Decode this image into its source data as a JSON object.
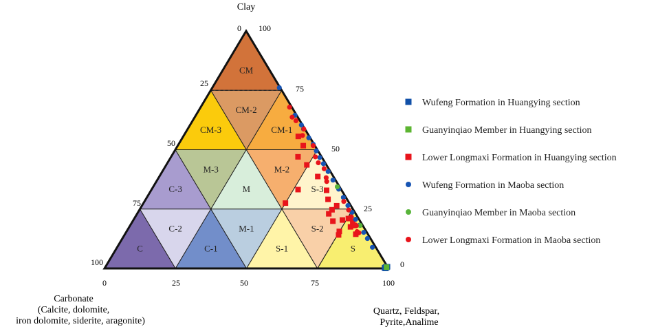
{
  "chart_data": {
    "type": "scatter",
    "subtype": "ternary",
    "axes": {
      "top": {
        "label": "Clay",
        "ticks": [
          "0",
          "100"
        ]
      },
      "left": {
        "label_lines": [
          "Carbonate",
          "(Calcite, dolomite,",
          "iron dolomite, siderite, aragonite)"
        ]
      },
      "right": {
        "label_lines": [
          "Quartz, Feldspar,",
          "Pyrite,Analime"
        ]
      }
    },
    "tick_labels": {
      "left_edge": [
        "25",
        "50",
        "75",
        "100"
      ],
      "right_edge": [
        "75",
        "50",
        "25",
        "0"
      ],
      "bottom_edge": [
        "0",
        "25",
        "50",
        "75",
        "100"
      ]
    },
    "regions": [
      {
        "label": "CM",
        "color": "#D2733A"
      },
      {
        "label": "CM-2",
        "color": "#DB9A63"
      },
      {
        "label": "CM-3",
        "color": "#FBCB0C"
      },
      {
        "label": "CM-1",
        "color": "#F7AC40"
      },
      {
        "label": "C-3",
        "color": "#A89CCF"
      },
      {
        "label": "M-3",
        "color": "#B9C696"
      },
      {
        "label": "M",
        "color": "#D8EEDB"
      },
      {
        "label": "M-2",
        "color": "#F6AF6E"
      },
      {
        "label": "S-3",
        "color": "#FFF4CC"
      },
      {
        "label": "C",
        "color": "#7C6AAC"
      },
      {
        "label": "C-2",
        "color": "#D8D6EC"
      },
      {
        "label": "C-1",
        "color": "#728ECA"
      },
      {
        "label": "M-1",
        "color": "#BACEE0"
      },
      {
        "label": "S-1",
        "color": "#FFF4A8"
      },
      {
        "label": "S-2",
        "color": "#F9D0A8"
      },
      {
        "label": "S",
        "color": "#F8EE70"
      }
    ],
    "legend_position": "right",
    "series": [
      {
        "name": "Wufeng Formation in Huangying section",
        "marker": "square",
        "color": "#1150A8",
        "points": [
          [
            0,
            0.7
          ],
          [
            0.4,
            0.68
          ],
          [
            0.7,
            0.58
          ],
          [
            0.6,
            0.57
          ],
          [
            0.5,
            0.55
          ],
          [
            0.3,
            0.47
          ],
          [
            0.7,
            0.45
          ],
          [
            0.8,
            0.4
          ],
          [
            1.1,
            0.35
          ],
          [
            0.9,
            0.31
          ],
          [
            1.2,
            0.24
          ],
          [
            0.9,
            0.2
          ],
          [
            1.3,
            0.16
          ],
          [
            1.2,
            0.11
          ],
          [
            0.9,
            0.04
          ],
          [
            1.0,
            0.0
          ]
        ]
      },
      {
        "name": "Guanyinqiao Member in Huangying section",
        "marker": "square",
        "color": "#5CB531",
        "points": [
          [
            0.4,
            0.53
          ]
        ]
      },
      {
        "name": "Lower Longmaxi Formation in Huangying section",
        "marker": "square",
        "color": "#E8141B",
        "points": [
          [
            22.5,
            27.5
          ],
          [
            15.2,
            33.2
          ],
          [
            3.9,
            55.6
          ],
          [
            4.1,
            51.7
          ],
          [
            6.9,
            43.6
          ],
          [
            8.3,
            47.0
          ],
          [
            5.5,
            38.7
          ],
          [
            5.3,
            32.9
          ],
          [
            6.7,
            29.1
          ],
          [
            7.5,
            24.7
          ],
          [
            9.6,
            19.9
          ],
          [
            9.5,
            15.6
          ],
          [
            10.5,
            14.1
          ],
          [
            5.0,
            26.4
          ],
          [
            9.5,
            23.0
          ],
          [
            6.0,
            20.4
          ],
          [
            4.6,
            17.5
          ],
          [
            2.7,
            19.7
          ],
          [
            3.0,
            18.1
          ],
          [
            4.3,
            14.4
          ],
          [
            3.6,
            21.0
          ]
        ]
      },
      {
        "name": "Wufeng Formation in Maoba section",
        "marker": "circle",
        "color": "#1754B3",
        "points": [
          [
            0.3,
            76.1
          ],
          [
            0.6,
            64.5
          ],
          [
            0.4,
            60.4
          ],
          [
            0.5,
            58.7
          ],
          [
            0.5,
            55.0
          ],
          [
            0.3,
            52.3
          ],
          [
            0.6,
            49.5
          ],
          [
            0.8,
            46.7
          ],
          [
            0.8,
            44.1
          ],
          [
            0.8,
            40.8
          ],
          [
            0.9,
            37.2
          ],
          [
            0.8,
            33.4
          ],
          [
            0.9,
            29.9
          ],
          [
            1.0,
            26.5
          ],
          [
            1.0,
            23.6
          ],
          [
            1.2,
            20.7
          ],
          [
            1.1,
            18.2
          ],
          [
            1.1,
            15.2
          ],
          [
            1.1,
            12.6
          ],
          [
            1.2,
            8.9
          ]
        ]
      },
      {
        "name": "Guanyinqiao Member in Maoba section",
        "marker": "circle",
        "color": "#58B43A",
        "points": [
          [
            0.8,
            34.4
          ],
          [
            0.9,
            18.1
          ]
        ]
      },
      {
        "name": "Lower Longmaxi Formation in Maoba section",
        "marker": "circle",
        "color": "#E8141B",
        "points": [
          [
            0.8,
            67.9
          ],
          [
            1.4,
            62.2
          ],
          [
            0.4,
            58.7
          ],
          [
            0.6,
            51.7
          ],
          [
            2.2,
            47.0
          ],
          [
            1.6,
            42.0
          ],
          [
            2.8,
            38.2
          ],
          [
            1.6,
            28.2
          ],
          [
            2.2,
            21.7
          ],
          [
            2.3,
            18.0
          ],
          [
            2.9,
            15.0
          ],
          [
            3.3,
            15.5
          ],
          [
            1.7,
            24.6
          ],
          [
            2.0,
            63.7
          ],
          [
            2.2,
            56.0
          ],
          [
            2.4,
            44.5
          ],
          [
            3.4,
            36.6
          ]
        ]
      }
    ]
  }
}
